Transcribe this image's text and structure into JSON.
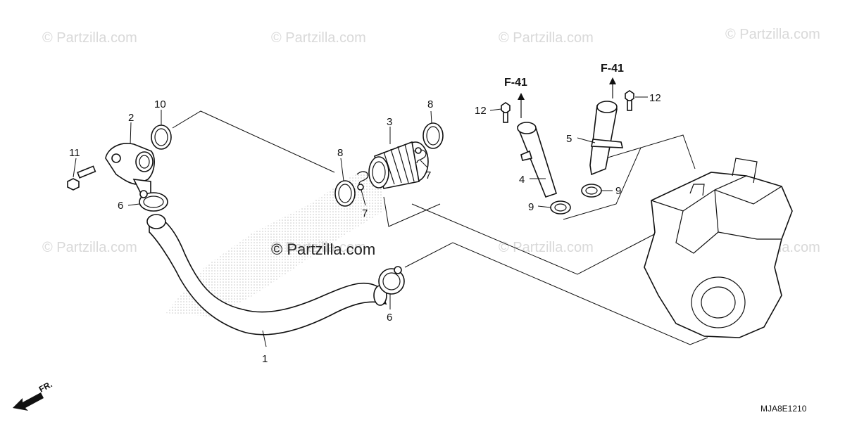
{
  "watermarks": [
    "© Partzilla.com",
    "© Partzilla.com",
    "© Partzilla.com",
    "© Partzilla.com",
    "© Partzilla.com",
    "© Partzilla.com",
    "© Partzilla.com",
    "© Partzilla.com"
  ],
  "center_watermark": "© Partzilla.com",
  "callouts": {
    "c1": "1",
    "c2": "2",
    "c3": "3",
    "c4": "4",
    "c5": "5",
    "c6a": "6",
    "c6b": "6",
    "c7a": "7",
    "c7b": "7",
    "c8a": "8",
    "c8b": "8",
    "c9a": "9",
    "c9b": "9",
    "c10": "10",
    "c11": "11",
    "c12a": "12",
    "c12b": "12"
  },
  "refs": {
    "f41a": "F-41",
    "f41b": "F-41"
  },
  "direction_label": "FR.",
  "diagram_code": "MJA8E1210",
  "colors": {
    "line": "#111111",
    "watermark": "#d9d9d9",
    "background": "#ffffff"
  }
}
